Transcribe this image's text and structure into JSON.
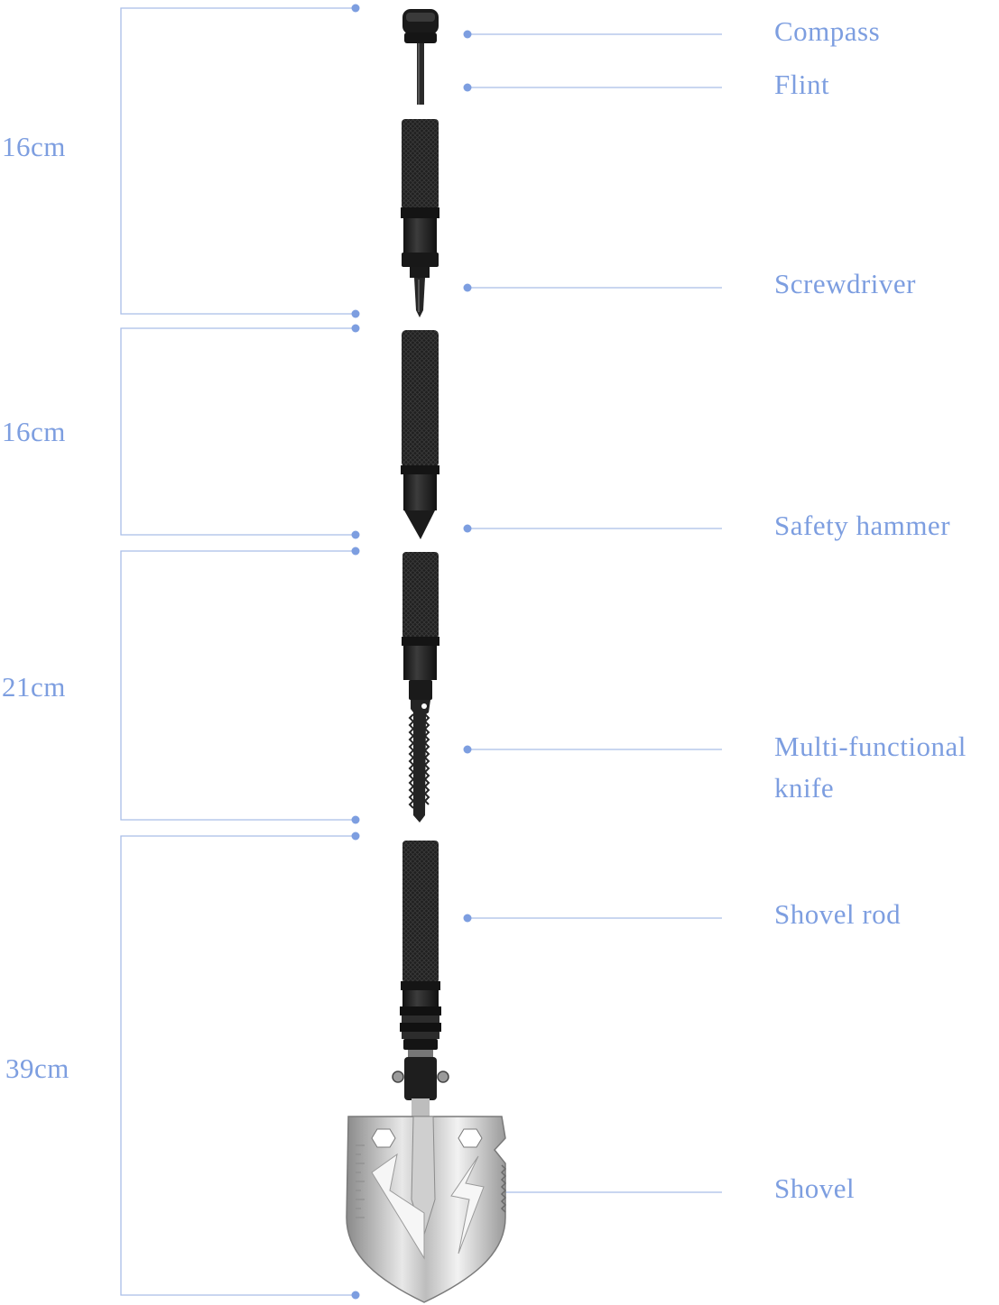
{
  "colors": {
    "accent": "#7d9ee0",
    "line": "#a9bde8",
    "tool_dark": "#1c1c1c",
    "blade_light": "#d6d6d6"
  },
  "segments": [
    {
      "length": "16cm"
    },
    {
      "length": "16cm"
    },
    {
      "length": "21cm"
    },
    {
      "length": "39cm"
    }
  ],
  "parts": [
    {
      "name": "Compass"
    },
    {
      "name": "Flint"
    },
    {
      "name": "Screwdriver"
    },
    {
      "name": "Safety hammer"
    },
    {
      "name": "Multi-functional knife"
    },
    {
      "name": "Shovel rod"
    },
    {
      "name": "Shovel"
    }
  ]
}
